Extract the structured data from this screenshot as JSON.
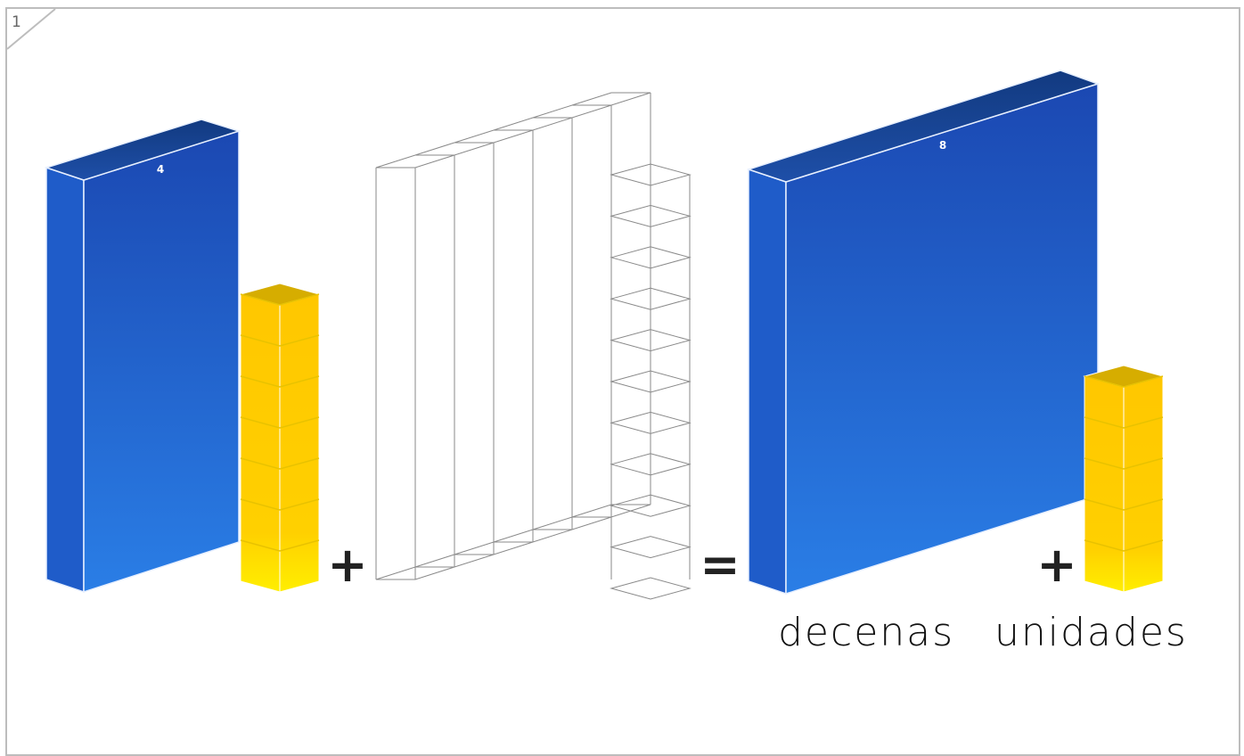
{
  "page": {
    "number": "1"
  },
  "equation": {
    "left_flat_label": "4",
    "result_flat_label": "8",
    "left_units_count": 7,
    "outline_rods_count": 6,
    "outline_units_count": 10,
    "result_units_count": 5,
    "plus_sign": "+",
    "equals_sign": "="
  },
  "captions": {
    "tens": "decenas",
    "units": "unidades"
  },
  "colors": {
    "blue_dark": "#173f8f",
    "blue_top": "#1c4cb4",
    "blue_bottom": "#2a7ee6",
    "yellow": "#ffcc00",
    "yellow_light": "#ffee00",
    "yellow_top": "#d9b200",
    "outline": "#8a8a8a"
  }
}
